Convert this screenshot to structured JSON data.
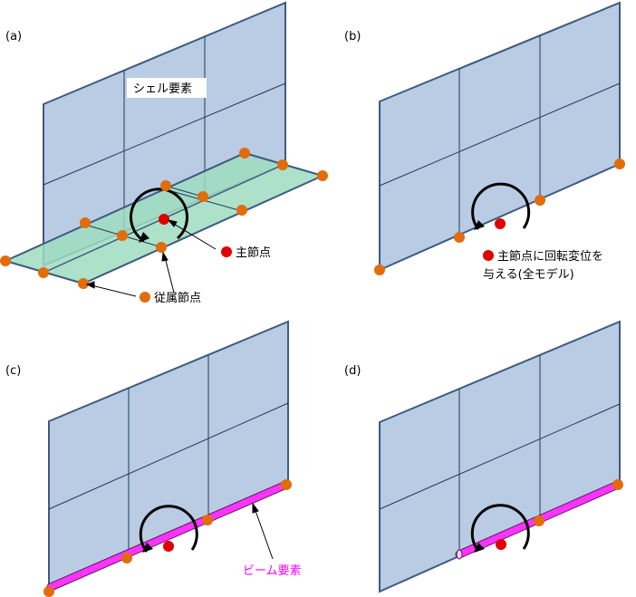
{
  "panels": {
    "a": {
      "label": "(a)"
    },
    "b": {
      "label": "(b)"
    },
    "c": {
      "label": "(c)"
    },
    "d": {
      "label": "(d)"
    }
  },
  "labels": {
    "shell": "シェル要素",
    "master": "主節点",
    "slave": "従属節点",
    "rotation_line1": "主節点に回転変位を",
    "rotation_line2": "与える(全モデル)",
    "beam": "ビーム要素"
  },
  "colors": {
    "shell_fill": "#b9cce4",
    "shell_edge": "#3d5a80",
    "flange_fill": "#9fdcc0",
    "slave_node": "#e36c0a",
    "master_node": "#e00000",
    "beam": "#ff33ff",
    "beam_label": "#ff00ff"
  }
}
